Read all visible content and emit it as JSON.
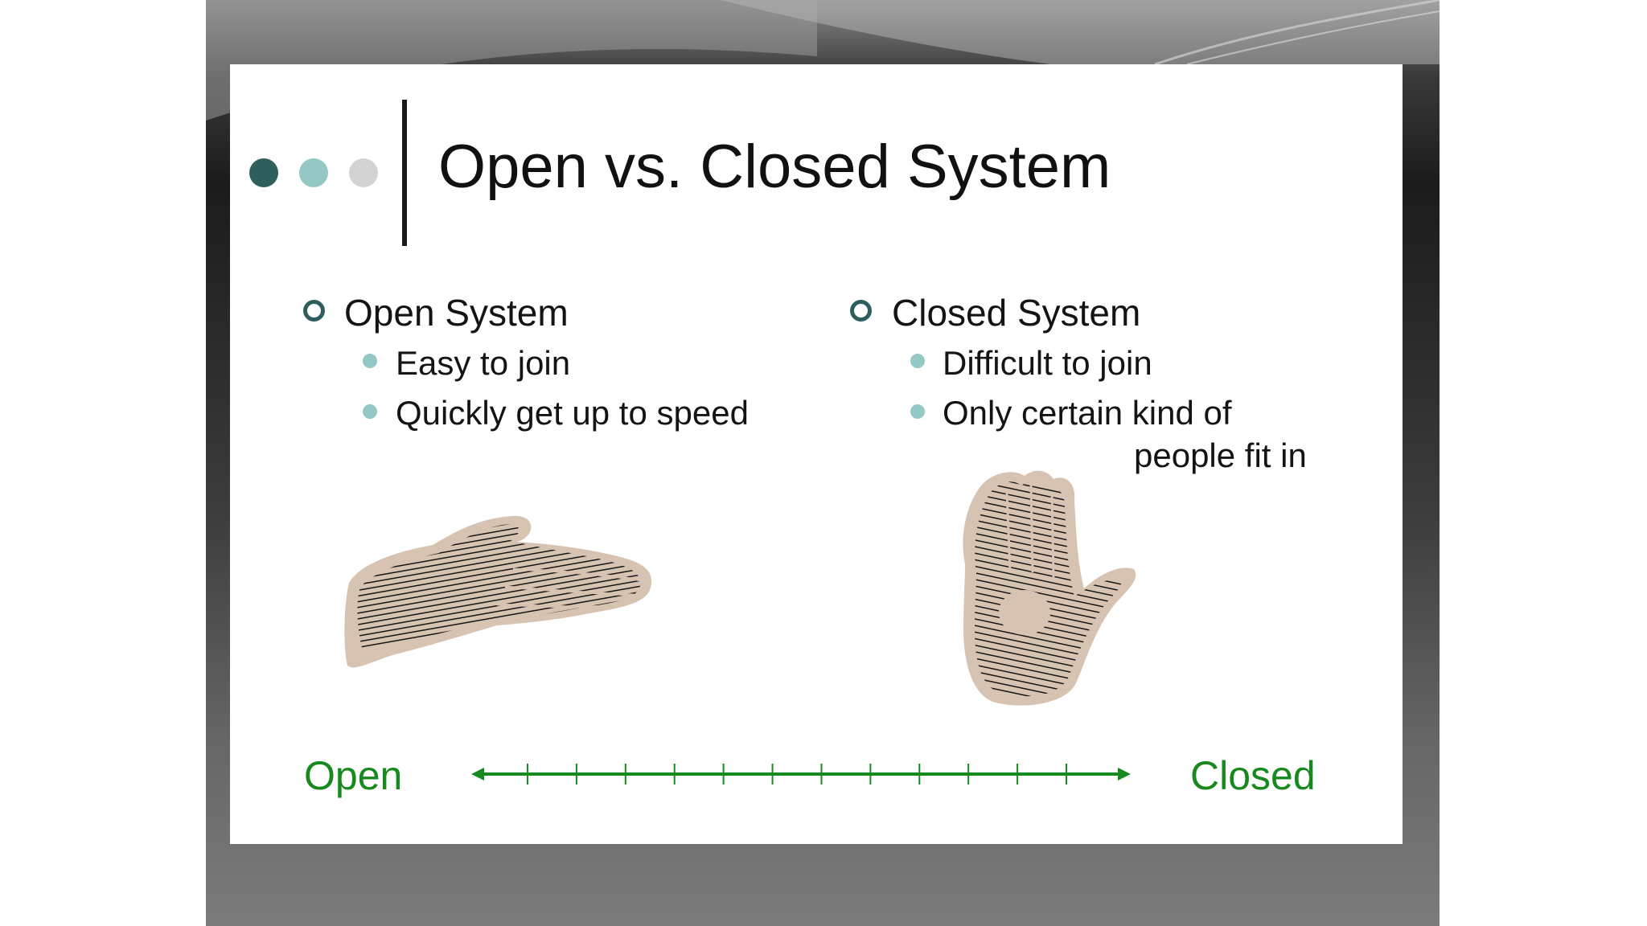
{
  "slide": {
    "title": "Open vs. Closed System",
    "title_dot_colors": [
      "#2f5f5c",
      "#93c8c4",
      "#d3d3d3"
    ]
  },
  "open_column": {
    "heading": "Open System",
    "items": [
      "Easy to join",
      "Quickly get up to speed"
    ],
    "illustration": "open-hand-icon"
  },
  "closed_column": {
    "heading": "Closed System",
    "items": [
      "Difficult to join",
      "Only certain kind of",
      "people fit in"
    ],
    "illustration": "raised-palm-icon"
  },
  "scale": {
    "left_label": "Open",
    "right_label": "Closed",
    "tick_count": 12,
    "color": "#17891f"
  }
}
